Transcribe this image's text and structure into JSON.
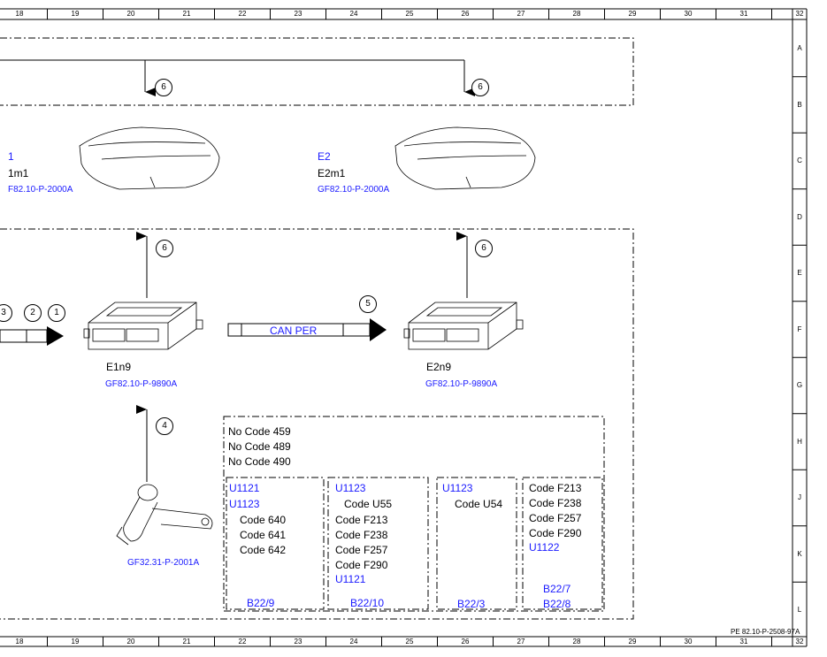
{
  "ruler": {
    "columns": [
      "18",
      "19",
      "20",
      "21",
      "22",
      "23",
      "24",
      "25",
      "26",
      "27",
      "28",
      "29",
      "30",
      "31",
      "32"
    ],
    "rows": [
      "A",
      "B",
      "C",
      "D",
      "E",
      "F",
      "G",
      "H",
      "J",
      "K",
      "L"
    ]
  },
  "headlamps": {
    "left": {
      "id": "1",
      "sub": "1m1",
      "ref": "F82.10-P-2000A"
    },
    "right": {
      "id": "E2",
      "sub": "E2m1",
      "ref": "GF82.10-P-2000A"
    }
  },
  "control_units": {
    "left": {
      "name": "E1n9",
      "ref": "GF82.10-P-9890A"
    },
    "right": {
      "name": "E2n9",
      "ref": "GF82.10-P-9890A"
    }
  },
  "bus": {
    "label": "CAN PER"
  },
  "markers": {
    "m1": "1",
    "m2": "2",
    "m3": "3",
    "m4": "4",
    "m5": "5",
    "m6": "6"
  },
  "sensor": {
    "ref": "GF32.31-P-2001A"
  },
  "conditions": {
    "top": [
      "No Code 459",
      "No Code 489",
      "No Code 490"
    ],
    "box1": {
      "blue": [
        "U1121",
        "U1123"
      ],
      "black": [
        "Code 640",
        "Code 641",
        "Code 642"
      ],
      "footer": "B22/9"
    },
    "box2": {
      "blue_top": "U1123",
      "black": [
        "Code U55",
        "Code F213",
        "Code F238",
        "Code F257",
        "Code F290"
      ],
      "blue_bottom": "U1121",
      "footer": "B22/10"
    },
    "box3": {
      "blue_top": "U1123",
      "black": [
        "Code U54"
      ],
      "footer": "B22/3"
    },
    "box4": {
      "black": [
        "Code F213",
        "Code F238",
        "Code F257",
        "Code F290"
      ],
      "blue": "U1122",
      "footer1": "B22/7",
      "footer2": "B22/8"
    }
  },
  "doc_id": "PE 82.10-P-2508-97A",
  "colors": {
    "link_text": "#1a1aff",
    "line": "#000000"
  }
}
